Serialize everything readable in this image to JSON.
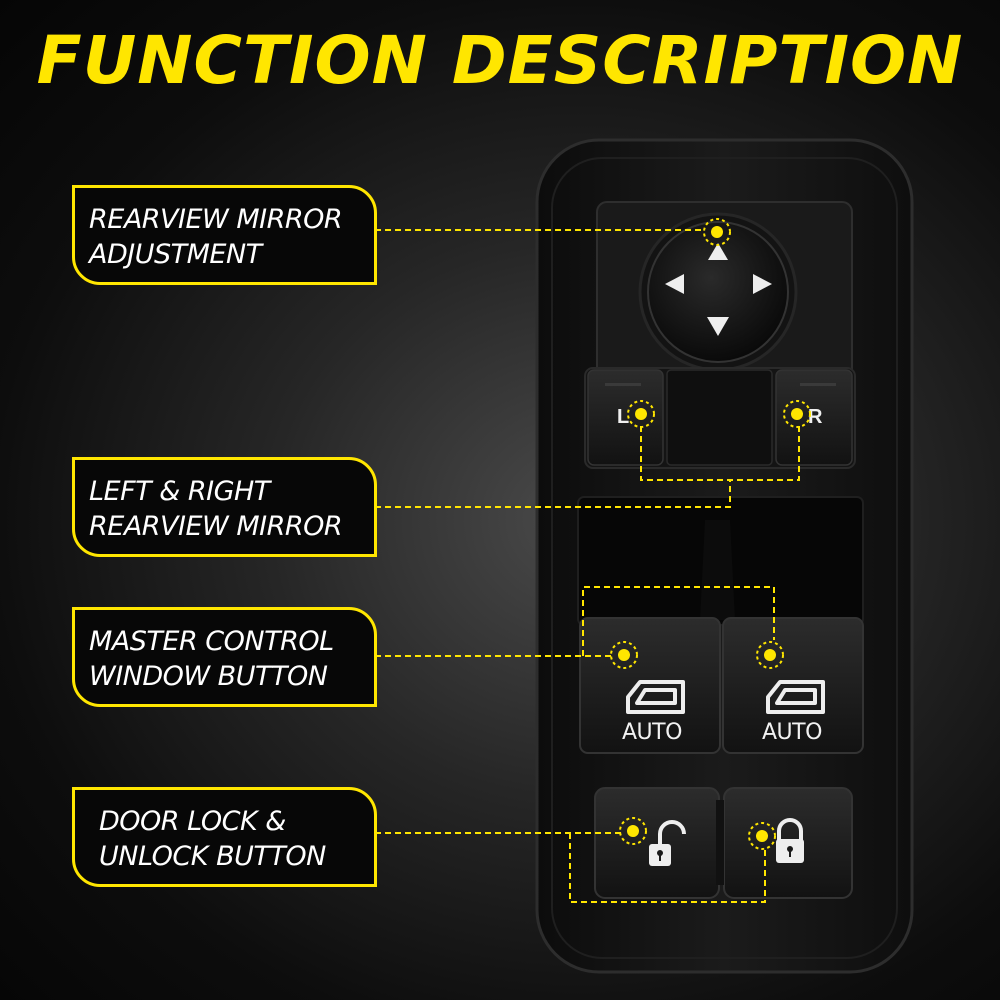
{
  "title": "FUNCTION DESCRIPTION",
  "callouts": [
    {
      "line1": "REARVIEW MIRROR",
      "line2": "ADJUSTMENT"
    },
    {
      "line1": "LEFT & RIGHT",
      "line2": "REARVIEW MIRROR"
    },
    {
      "line1": "MASTER CONTROL",
      "line2": "WINDOW BUTTON"
    },
    {
      "line1": "DOOR LOCK &",
      "line2": "UNLOCK BUTTON"
    }
  ],
  "switch": {
    "mirror_left_label": "L",
    "mirror_right_label": "R",
    "window_left_label": "AUTO",
    "window_right_label": "AUTO"
  },
  "icons": [
    "arrow-up-icon",
    "arrow-left-icon",
    "arrow-right-icon",
    "arrow-down-icon",
    "window-icon",
    "lock-open-icon",
    "lock-closed-icon"
  ],
  "colors": {
    "accent": "#ffe600",
    "panel": "#151515",
    "background": "#1a1a1a"
  }
}
